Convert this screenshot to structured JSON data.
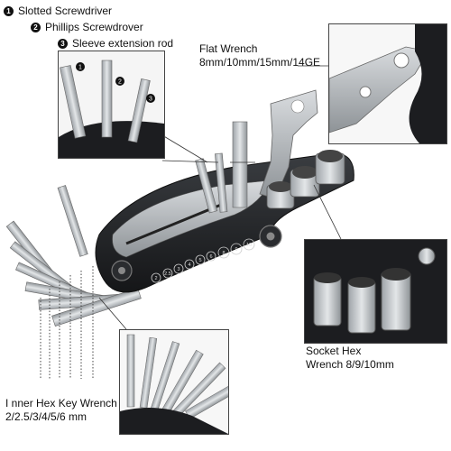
{
  "labels": [
    {
      "number": "1",
      "text": "Slotted Screwdriver"
    },
    {
      "number": "2",
      "text": "Phillips Screwdrover"
    },
    {
      "number": "3",
      "text": "Sleeve extension rod"
    }
  ],
  "callouts": {
    "flat_wrench": {
      "title": "Flat Wrench",
      "sizes": "8mm/10mm/15mm/14GE"
    },
    "socket_hex": {
      "line1": "Socket Hex",
      "line2": "Wrench 8/9/10mm"
    },
    "hex_key": {
      "line1": "I nner Hex Key Wrench",
      "line2": "2/2.5/3/4/5/6 mm"
    }
  },
  "tool_body_markings": [
    "2",
    "2.5",
    "3",
    "4",
    "5",
    "6",
    "8",
    "9",
    "10"
  ],
  "inset_markers": [
    "1",
    "2",
    "3"
  ],
  "colors": {
    "metal": "#bfc3c7",
    "metal_dark": "#8d9296",
    "body": "#1f2124",
    "outline": "#333333"
  }
}
